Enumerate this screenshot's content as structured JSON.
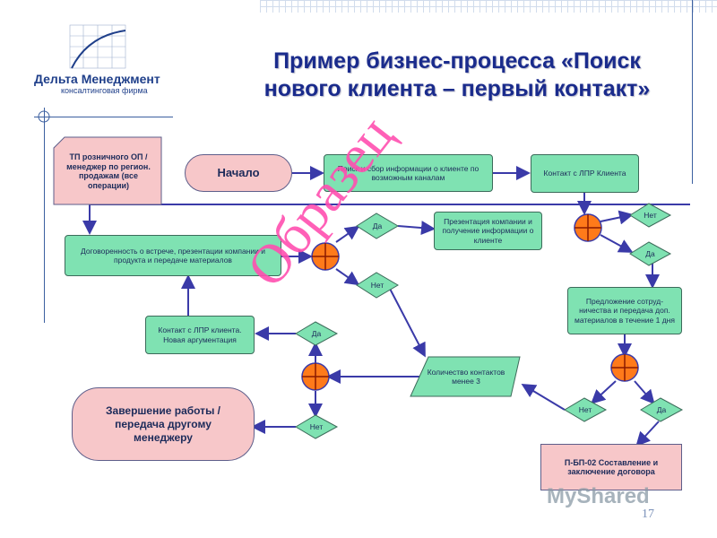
{
  "logo": {
    "name": "Дельта Менеджмент",
    "subtitle": "консалтинговая фирма"
  },
  "title": {
    "line1": "Пример бизнес-процесса «Поиск",
    "line2": "нового клиента – первый контакт»"
  },
  "nodes": {
    "role_note": "ТП розничного ОП / менеджер по регион. продажам (все операции)",
    "start": "Начало",
    "search": "Поиск и сбор информации о клиенте по возможным каналам",
    "contact_lpr": "Контакт с ЛПР Клиента",
    "presentation": "Презентация компании и получение информации о клиенте",
    "agreement": "Договоренность о встрече, презентации компании и продукта и передаче материалов",
    "proposal": "Предложение сотруд-ничества и передача доп. материалов в течение 1 дня",
    "contact_again": "Контакт с ЛПР клиента. Новая аргументация",
    "contacts_count": "Количество контактов менее 3",
    "finish": "Завершение работы / передача другому менеджеру",
    "contract": "П-БП-02 Составление и заключение договора"
  },
  "labels": {
    "yes_top": "Да",
    "no_top": "Нет",
    "no_right": "Нет",
    "yes_right": "Да",
    "yes_mid": "Да",
    "no_bottom_left": "Нет",
    "no_bottom_right": "Нет",
    "yes_bottom_right": "Да"
  },
  "watermark": "Образец",
  "footer_logo": "MyShared",
  "page_number": "17",
  "colors": {
    "process_fill": "#7fe2b2",
    "terminal_fill": "#f7c7c9",
    "decision_fill": "#ff7a1a",
    "arrow": "#3a3aa8",
    "title": "#1a2b8c"
  }
}
